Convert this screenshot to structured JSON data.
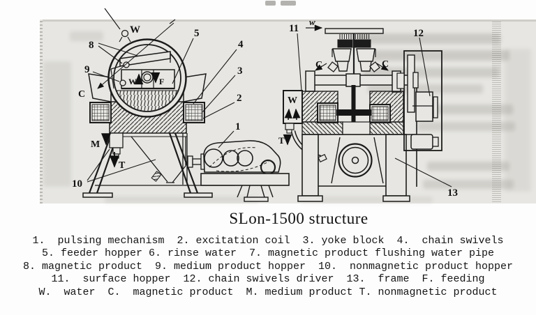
{
  "figure": {
    "caption": "SLon-1500 structure",
    "legend_lines": [
      "1.  pulsing mechanism  2. excitation coil  3. yoke block  4.  chain swivels",
      "5. feeder hopper 6. rinse water  7. magnetic product flushing water pipe",
      "8. magnetic product  9. medium product hopper  10.  nonmagnetic product hopper",
      "11.  surface hopper  12. chain swivels driver  13.  frame  F. feeding",
      "W.  water  C.  magnetic product  M. medium product T. nonmagnetic product"
    ]
  },
  "front_labels": {
    "water_top": "W",
    "part8": "8",
    "part9": "9",
    "magnetic_c": "C",
    "part5": "5",
    "part4": "4",
    "part3": "3",
    "part2": "2",
    "part1": "1",
    "medium_m": "M",
    "nonmag_t": "T",
    "part10": "10",
    "feed_w": "W",
    "feed_f": "F"
  },
  "side_labels": {
    "part11": "11",
    "water_w": "w",
    "part12": "12",
    "c_left": "C",
    "c_right": "C",
    "water_box": "W",
    "nonmag_t": "T",
    "part13": "13"
  },
  "colors": {
    "ink": "#111111",
    "paper": "#e7e6e2",
    "page_white": "#fdfdfd"
  }
}
